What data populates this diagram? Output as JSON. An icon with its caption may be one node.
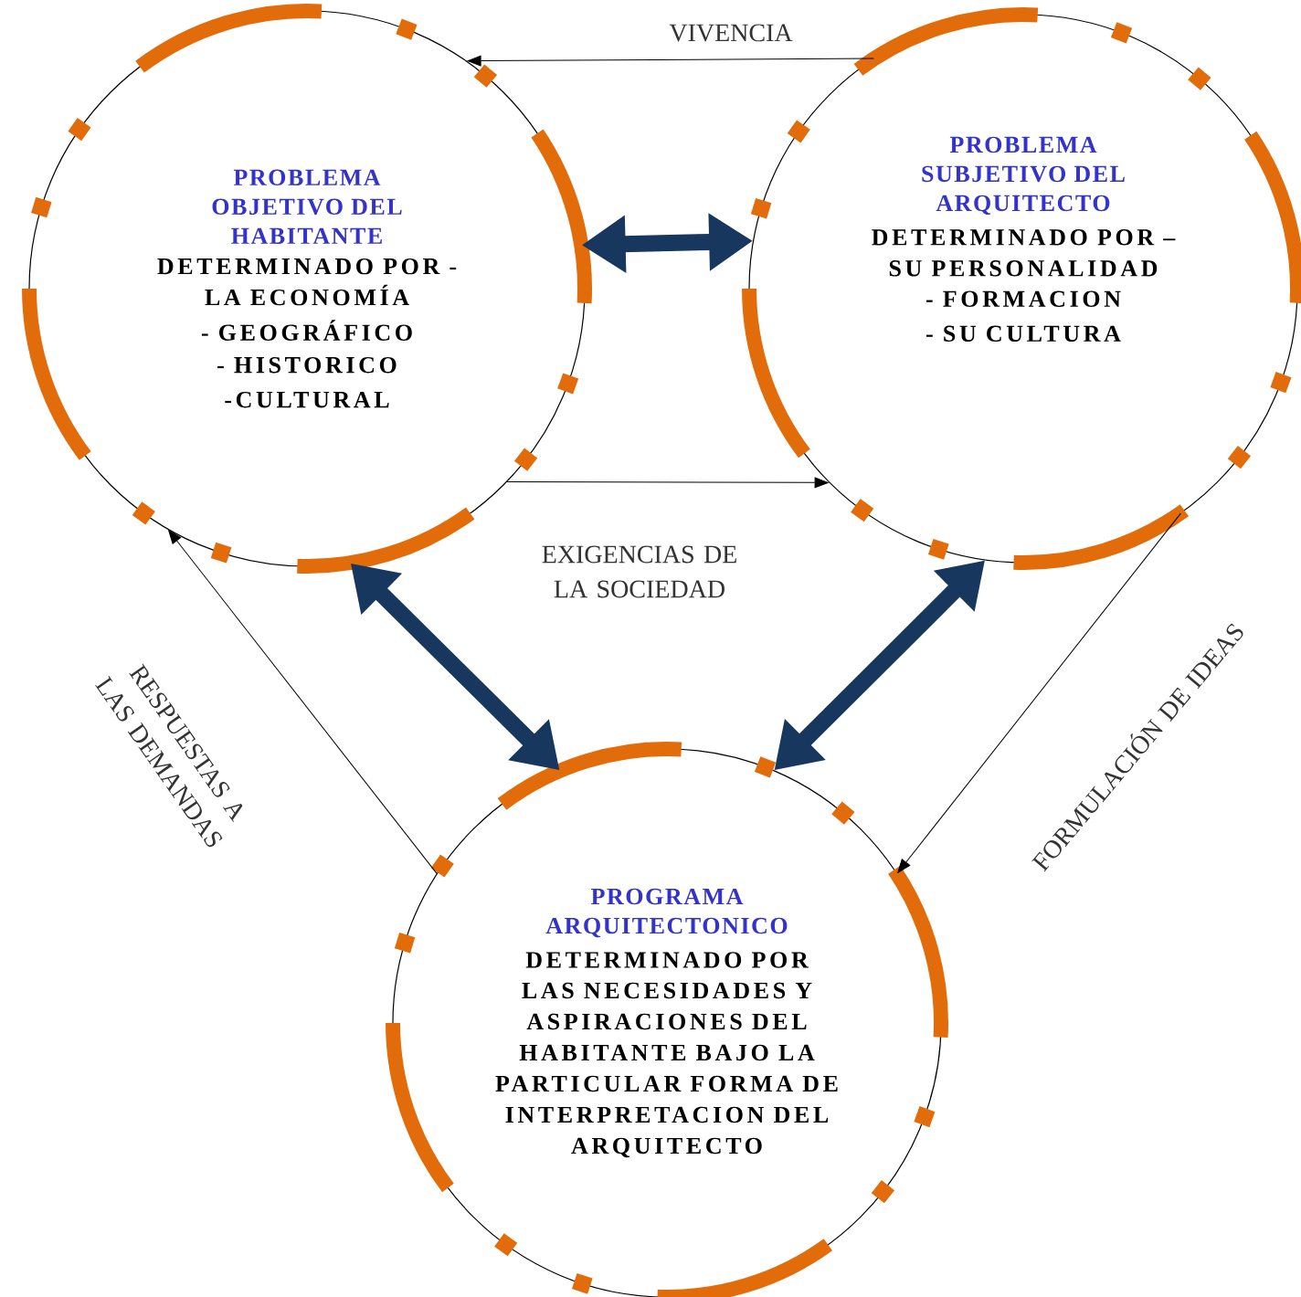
{
  "diagram": {
    "nodes": [
      {
        "text": [
          "PROBLEMA OBJETIVO DEL HABITANTE",
          "DETERMINADO POR - LA ECONOMÍA",
          "- GEOGRÁFICO",
          "- HISTORICO",
          "-CULTURAL"
        ]
      },
      {
        "text": [
          "PROBLEMA SUBJETIVO DEL ARQUITECTO",
          "DETERMINADO POR – SU PERSONALIDAD",
          "- FORMACION",
          "- SU CULTURA"
        ]
      },
      {
        "text": [
          "PROGRAMA ARQUITECTONICO",
          "DETERMINADO POR",
          "LAS NECESIDADES Y ASPIRACIONES DEL HABITANTE BAJO LA PARTICULAR FORMA DE INTERPRETACION DEL ARQUITECTO"
        ]
      }
    ],
    "edges": [
      {
        "from": 0,
        "to": 1,
        "arrow": "both",
        "style": "thick",
        "color": "#17375e"
      },
      {
        "from": 0,
        "to": 2,
        "arrow": "both",
        "style": "thick",
        "color": "#17375e"
      },
      {
        "from": 1,
        "to": 2,
        "arrow": "both",
        "style": "thick",
        "color": "#17375e"
      },
      {
        "from": 1,
        "to": 0,
        "arrow": "to",
        "label": "VIVENCIA"
      },
      {
        "from": 0,
        "to": 1,
        "arrow": "to",
        "label": "EXIGENCIAS DE LA SOCIEDAD"
      },
      {
        "from": 1,
        "to": 2,
        "arrow": "to",
        "label": "FORMULACIÓN DE IDEAS"
      },
      {
        "from": 2,
        "to": 0,
        "arrow": "to",
        "label": "RESPUESTAS A LAS DEMANDAS"
      }
    ]
  }
}
